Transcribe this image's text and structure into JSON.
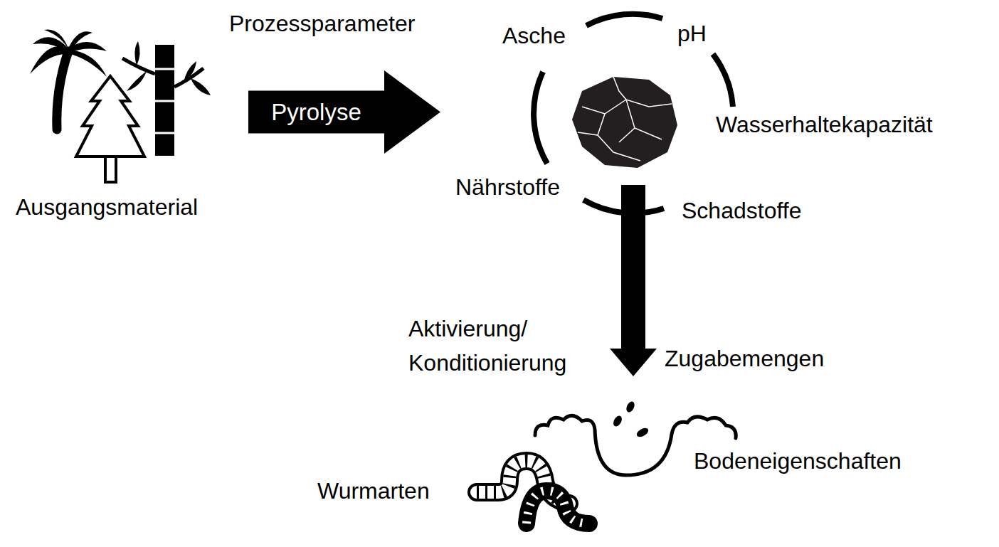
{
  "diagram": {
    "nodes": [
      {
        "text": [
          "Pyrolyse"
        ]
      }
    ],
    "labels": [
      "Prozessparameter",
      "Asche",
      "pH",
      "Wasserhaltekapazität",
      "Ausgangsmaterial",
      "Nährstoffe",
      "Schadstoffe",
      "Aktivierung/ Konditionierung",
      "Zugabemengen",
      "Bodeneigenschaften",
      "Wurmarten"
    ]
  }
}
